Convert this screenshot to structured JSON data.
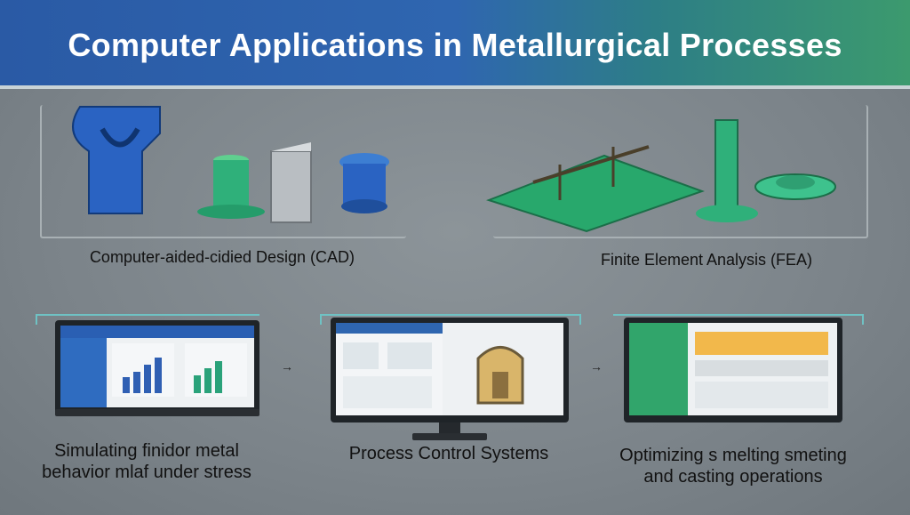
{
  "title": "Computer Applications in Metallurgical Processes",
  "sections": {
    "cad": {
      "label": "Computer-aided-cidied Design  (CAD)"
    },
    "fea": {
      "label": "Finite Element Analysis (FEA)"
    }
  },
  "monitors": [
    {
      "label_line1": "Simulating finidor metal",
      "label_line2": "behavior mlaf under stress"
    },
    {
      "label_line1": "Process Control  Systems",
      "label_line2": ""
    },
    {
      "label_line1": "Optimizing s melting  smeting",
      "label_line2": "and casting operations"
    }
  ],
  "arrows": [
    "→",
    "→"
  ],
  "colors": {
    "accent_blue": "#2f66b0",
    "accent_green": "#3c9a6e",
    "bracket": "#6fc2c4"
  }
}
